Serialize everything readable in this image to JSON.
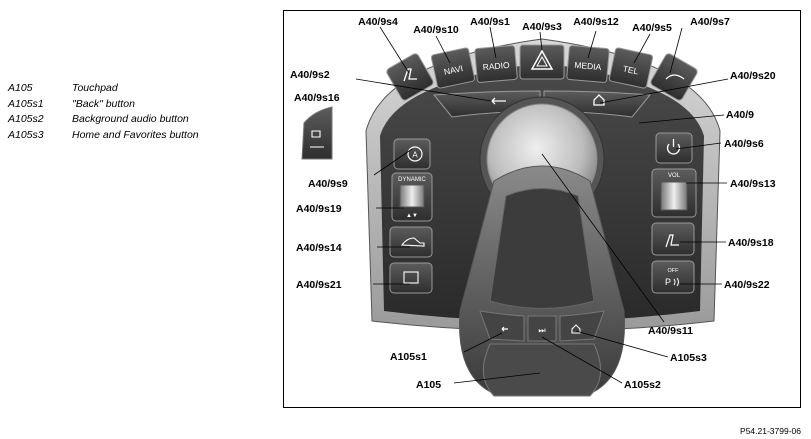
{
  "legend": [
    {
      "code": "A105",
      "desc": "Touchpad"
    },
    {
      "code": "A105s1",
      "desc": "\"Back\" button"
    },
    {
      "code": "A105s2",
      "desc": "Background audio button"
    },
    {
      "code": "A105s3",
      "desc": "Home and Favorites button"
    }
  ],
  "callouts": {
    "s4": "A40/9s4",
    "s10": "A40/9s10",
    "s1": "A40/9s1",
    "s3": "A40/9s3",
    "s12": "A40/9s12",
    "s5": "A40/9s5",
    "s7": "A40/9s7",
    "s2": "A40/9s2",
    "s20": "A40/9s20",
    "s16": "A40/9s16",
    "main": "A40/9",
    "s6": "A40/9s6",
    "s9": "A40/9s9",
    "s13": "A40/9s13",
    "s19": "A40/9s19",
    "s18": "A40/9s18",
    "s14": "A40/9s14",
    "s21": "A40/9s21",
    "s22": "A40/9s22",
    "s11": "A40/9s11",
    "a105s1": "A105s1",
    "a105s3": "A105s3",
    "a105": "A105",
    "a105s2": "A105s2"
  },
  "button_text": {
    "navi": "NAVI",
    "radio": "RADIO",
    "media": "MEDIA",
    "tel": "TEL",
    "dynamic": "DYNAMIC",
    "vol": "VOL",
    "off": "OFF",
    "p": "P",
    "auto_a": "A",
    "arrows": "▲▼"
  },
  "reference": "P54.21-3799-06"
}
